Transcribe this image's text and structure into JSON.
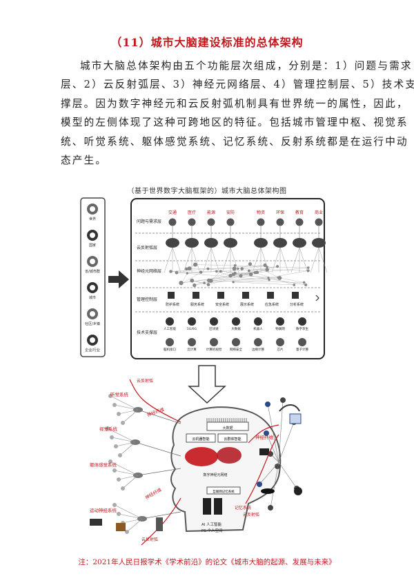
{
  "section_title": "（11）城市大脑建设标准的总体架构",
  "paragraph_lines": [
    "城市大脑总体架构由五个功能层次组成，分别是：1）问题与需求",
    "层、2）云反射弧层、3）神经元网络层、4）管理控制层、5）技术支",
    "撑层。因为数字神经元和云反射弧机制具有世界统一的属性，因此，",
    "模型的左侧体现了这种可跨地区的特征。包括城市管理中枢、视觉系",
    "统、听觉系统、躯体感觉系统、记忆系统、反射系统都是在运行中动",
    "态产生。"
  ],
  "figure_caption": "（基于世界数字大脑框架的）城市大脑总体架构图",
  "top_diagram": {
    "left_column": [
      "世界",
      "国家",
      "省/城市群",
      "城市",
      "社区/乡镇",
      "企业/行业"
    ],
    "layers": [
      "问题与需求层",
      "云反射弧层",
      "神经元网络层",
      "管理控制层",
      "技术支撑层"
    ],
    "demands": [
      "交通",
      "医疗",
      "能源",
      "安防",
      "物资",
      "环保",
      "教育",
      "商业"
    ],
    "management_items": [
      "防护系统",
      "服务系统",
      "安全系统",
      "展示系统",
      "应急系统",
      "分析系统"
    ],
    "tech_row1": [
      "人工智能",
      "5G/6G",
      "区块链",
      "大数据",
      "机器人",
      "物联网",
      "数字孪生"
    ],
    "tech_row2": [
      "脑机接口",
      "云计算",
      "计算机视觉",
      "网络安全",
      "边缘计算",
      "芯片",
      "量子计算"
    ]
  },
  "bottom_diagram": {
    "labels": {
      "cloud_reflex": "云反射弧",
      "hearing": "听觉系统",
      "vision": "视觉系统",
      "somatic": "躯体感觉系统",
      "motion": "运动神经系统",
      "neural_fiber_top": "神经纤维",
      "neural_fiber_right": "神经纤维",
      "neural_fiber_left": "神经纤维",
      "big_data": "大数据",
      "cloud_machine_intel": "云机器智能",
      "cloud_group_intel": "云群体智能",
      "digital_neurons": "数字神经元网络",
      "internet_memory": "互联网记忆系统",
      "memory_system": "记忆系统",
      "cloud_reflex_right": "云反射弧",
      "cloud_reflex_bottom": "云反射弧",
      "ai_line": "AI 人工智能",
      "ps_line": "PS 个人空间"
    }
  },
  "footnote": "注：2021年人民日报学术《学术前沿》的论文《城市大脑的起源、发展与未来》",
  "colors": {
    "accent_red": "#c4151c",
    "text": "#222222"
  }
}
